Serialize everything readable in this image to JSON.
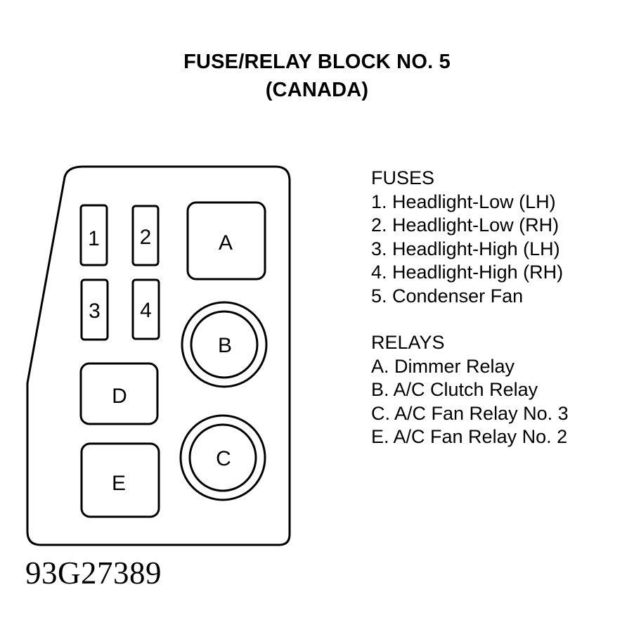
{
  "title": {
    "line1": "FUSE/RELAY BLOCK NO. 5",
    "line2": "(CANADA)"
  },
  "block": {
    "fuses": [
      {
        "id": "1"
      },
      {
        "id": "2"
      },
      {
        "id": "3"
      },
      {
        "id": "4"
      }
    ],
    "relays": [
      {
        "id": "A",
        "shape": "square"
      },
      {
        "id": "B",
        "shape": "round"
      },
      {
        "id": "C",
        "shape": "round"
      },
      {
        "id": "D",
        "shape": "rectangle"
      },
      {
        "id": "E",
        "shape": "square"
      }
    ]
  },
  "legend": {
    "fuses_heading": "FUSES",
    "fuses": [
      "1. Headlight-Low (LH)",
      "2. Headlight-Low (RH)",
      "3. Headlight-High (LH)",
      "4. Headlight-High (RH)",
      "5. Condenser Fan"
    ],
    "relays_heading": "RELAYS",
    "relays": [
      "A. Dimmer Relay",
      "B. A/C Clutch Relay",
      "C. A/C Fan Relay No. 3",
      "E. A/C Fan Relay No. 2"
    ]
  },
  "figure_id": "93G27389"
}
